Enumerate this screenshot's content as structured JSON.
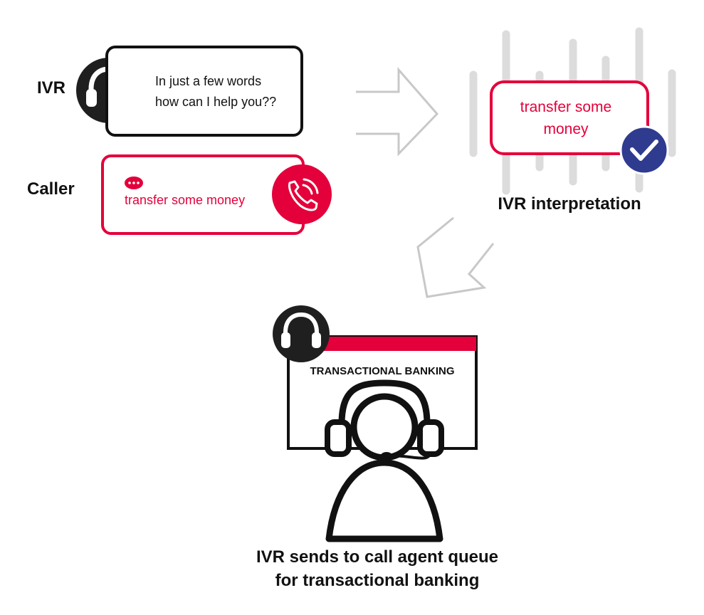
{
  "ivr": {
    "label": "IVR",
    "prompt_line1": "In just a few words",
    "prompt_line2": "how can I help you??"
  },
  "caller": {
    "label": "Caller",
    "utterance": "transfer some money"
  },
  "interpretation": {
    "text_line1": "transfer some",
    "text_line2": "money",
    "caption": "IVR interpretation"
  },
  "queue": {
    "window_title": "TRANSACTIONAL BANKING",
    "caption_line1": "IVR sends to call agent queue",
    "caption_line2": "for transactional banking"
  },
  "colors": {
    "accent_red": "#e4003a",
    "dark": "#1f1f1f",
    "check_blue": "#2f3b8f",
    "arrow_gray": "#c8c8c8",
    "wave_gray": "#dcdcdc"
  },
  "icons": [
    "headphones-icon",
    "phone-ringing-icon",
    "chat-dots-icon",
    "checkmark-icon",
    "agent-headset-icon",
    "arrow-right-icon",
    "arrow-down-left-icon"
  ]
}
